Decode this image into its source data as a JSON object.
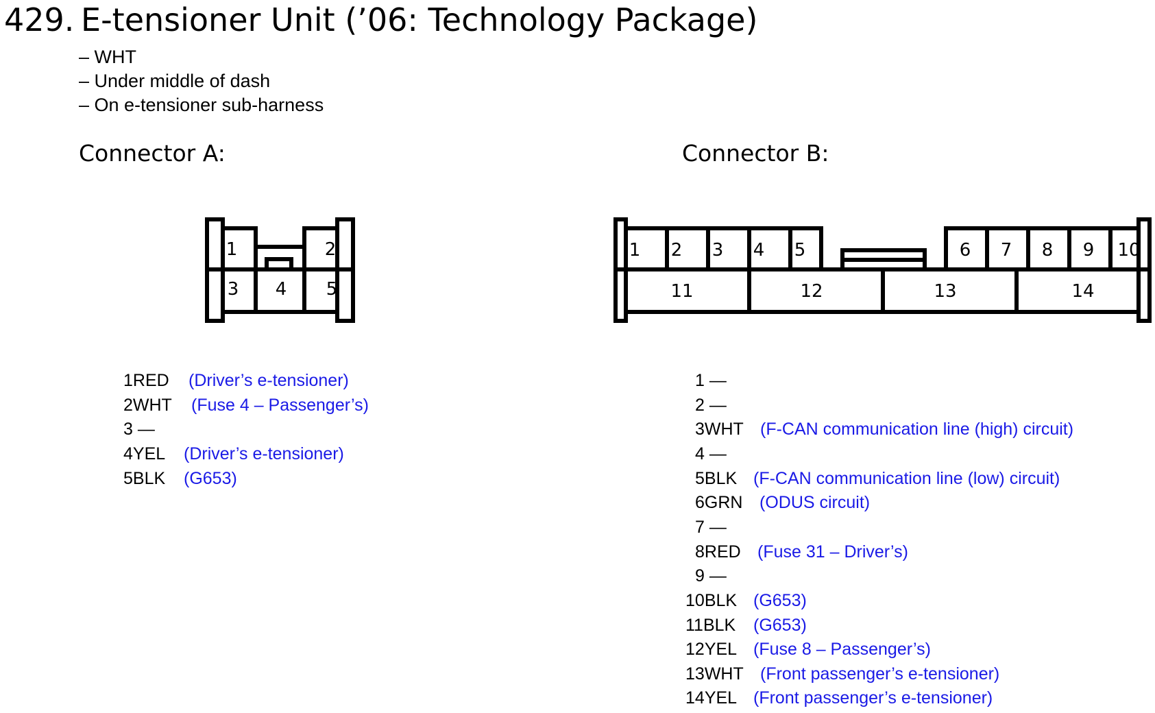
{
  "title": {
    "number": "429.",
    "text": "E-tensioner Unit (’06: Technology Package)"
  },
  "notes": [
    "– WHT",
    "– Under middle of dash",
    "– On e-tensioner sub-harness"
  ],
  "connector_a": {
    "label": "Connector A:",
    "cavities": [
      "1",
      "2",
      "3",
      "4",
      "5"
    ],
    "pins": [
      {
        "num": "1",
        "wire": "RED",
        "desc": "(Driver’s e-tensioner)"
      },
      {
        "num": "2",
        "wire": "WHT",
        "desc": "(Fuse 4 – Passenger’s)"
      },
      {
        "num": "3",
        "wire": "—",
        "desc": ""
      },
      {
        "num": "4",
        "wire": "YEL",
        "desc": "(Driver’s e-tensioner)"
      },
      {
        "num": "5",
        "wire": "BLK",
        "desc": "(G653)"
      }
    ]
  },
  "connector_b": {
    "label": "Connector B:",
    "cavities": [
      "1",
      "2",
      "3",
      "4",
      "5",
      "6",
      "7",
      "8",
      "9",
      "10",
      "11",
      "12",
      "13",
      "14"
    ],
    "pins": [
      {
        "num": "1",
        "wire": "—",
        "desc": ""
      },
      {
        "num": "2",
        "wire": "—",
        "desc": ""
      },
      {
        "num": "3",
        "wire": "WHT",
        "desc": "(F-CAN communication line (high) circuit)"
      },
      {
        "num": "4",
        "wire": "—",
        "desc": ""
      },
      {
        "num": "5",
        "wire": "BLK",
        "desc": "(F-CAN communication line (low) circuit)"
      },
      {
        "num": "6",
        "wire": "GRN",
        "desc": "(ODUS circuit)"
      },
      {
        "num": "7",
        "wire": "—",
        "desc": ""
      },
      {
        "num": "8",
        "wire": "RED",
        "desc": "(Fuse 31 – Driver’s)"
      },
      {
        "num": "9",
        "wire": "—",
        "desc": ""
      },
      {
        "num": "10",
        "wire": "BLK",
        "desc": "(G653)"
      },
      {
        "num": "11",
        "wire": "BLK",
        "desc": "(G653)"
      },
      {
        "num": "12",
        "wire": "YEL",
        "desc": "(Fuse 8 – Passenger’s)"
      },
      {
        "num": "13",
        "wire": "WHT",
        "desc": "(Front passenger’s e-tensioner)"
      },
      {
        "num": "14",
        "wire": "YEL",
        "desc": "(Front passenger’s e-tensioner)"
      }
    ]
  },
  "colors": {
    "description_text": "#1a1ae6",
    "ink": "#000000"
  }
}
